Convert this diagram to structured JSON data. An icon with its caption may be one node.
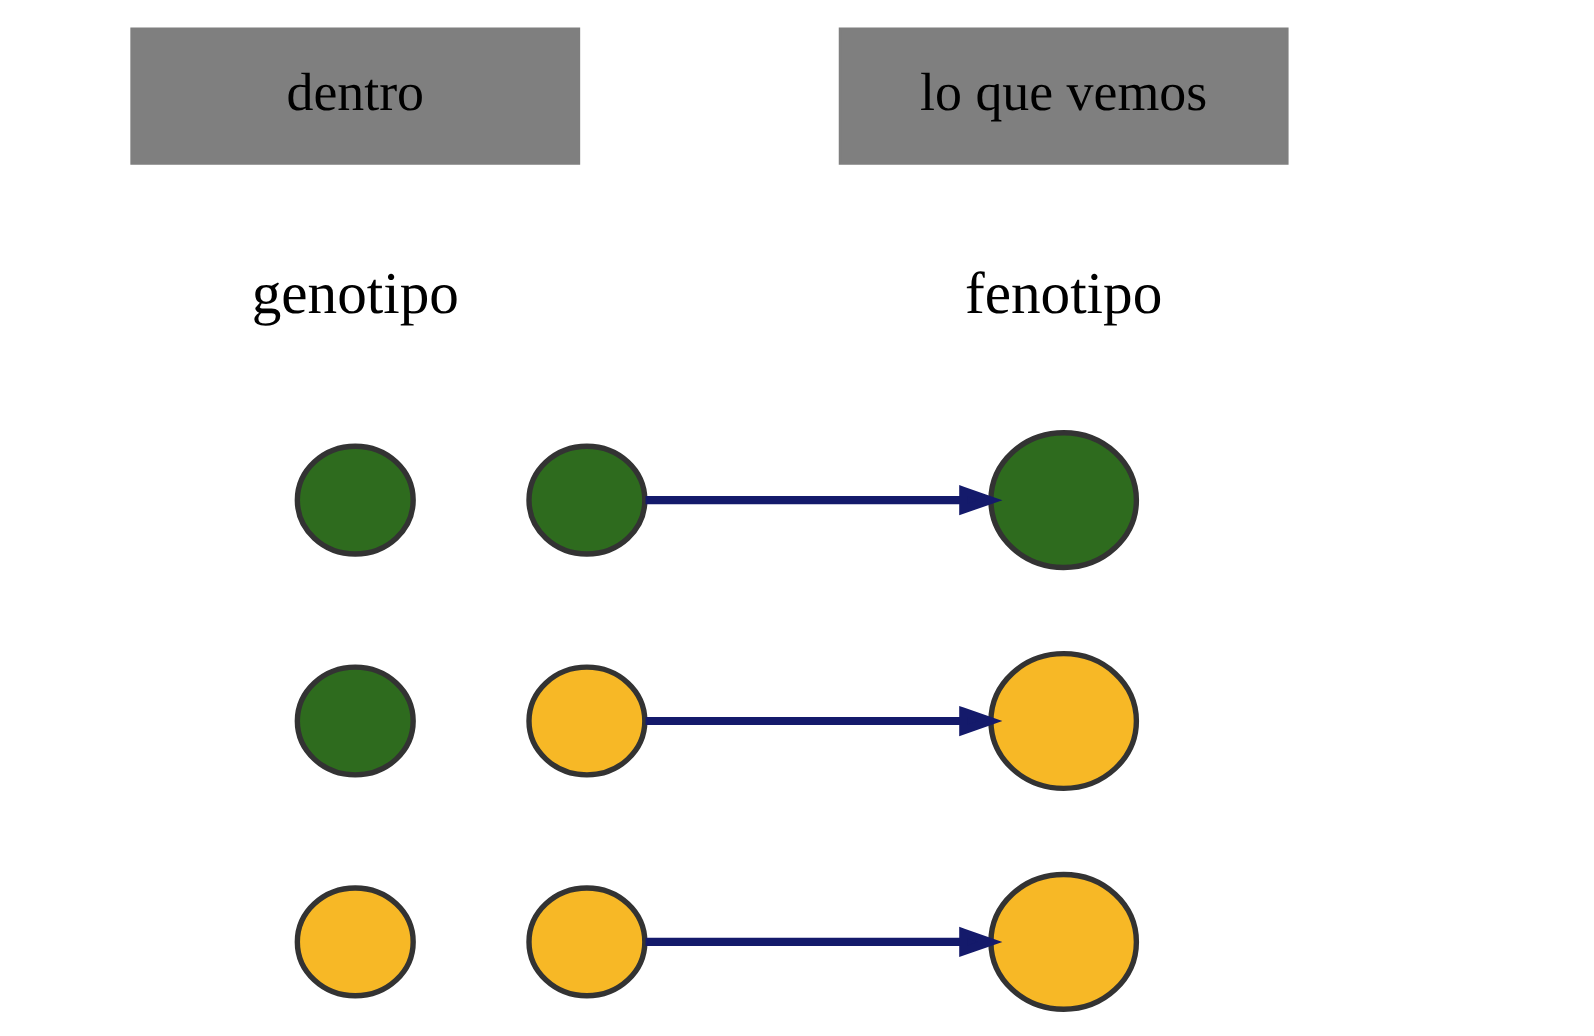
{
  "diagram": {
    "nodes": [
      {
        "text": [
          "dentro"
        ]
      },
      {
        "text": [
          "lo que vemos"
        ]
      },
      {
        "text": [],
        "shape": "circle"
      },
      {
        "text": [],
        "shape": "circle"
      },
      {
        "text": [],
        "shape": "circle"
      },
      {
        "text": [],
        "shape": "circle"
      },
      {
        "text": [],
        "shape": "circle"
      },
      {
        "text": [],
        "shape": "circle"
      },
      {
        "text": [],
        "shape": "circle"
      },
      {
        "text": [],
        "shape": "circle"
      },
      {
        "text": [],
        "shape": "circle"
      }
    ],
    "edges": [
      {
        "from": 3,
        "to": 4,
        "arrow": "to"
      },
      {
        "from": 6,
        "to": 7,
        "arrow": "to"
      },
      {
        "from": 9,
        "to": 10,
        "arrow": "to"
      }
    ],
    "labels": [
      "genotipo",
      "fenotipo"
    ]
  }
}
